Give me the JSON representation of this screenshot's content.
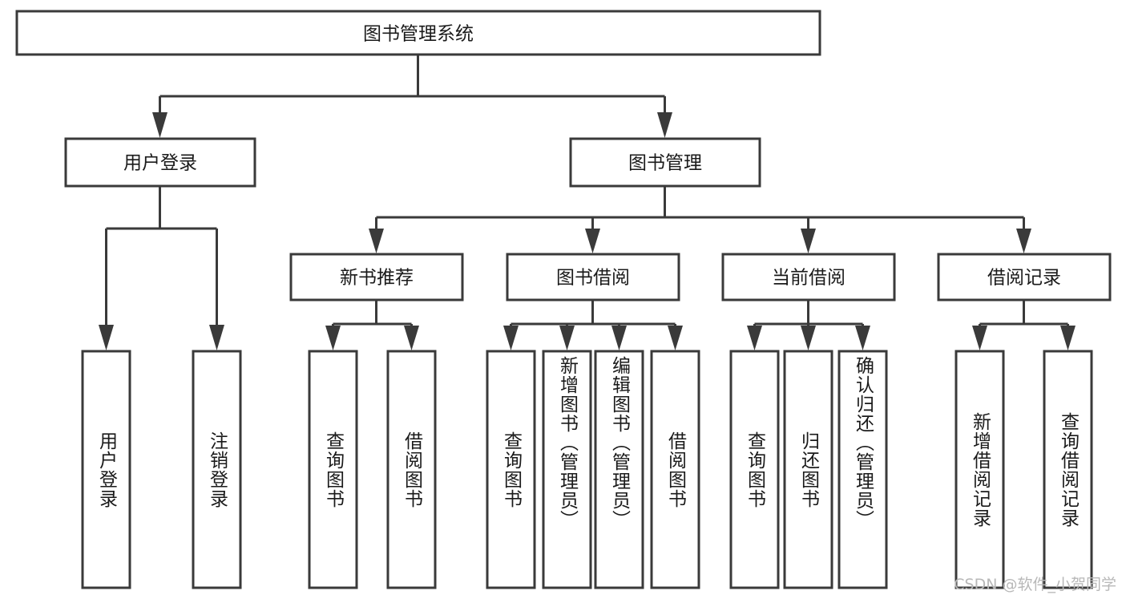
{
  "diagram": {
    "type": "tree-hierarchy-flowchart",
    "title_node": "图书管理系统",
    "watermark": "CSDN @软件_小贺同学",
    "colors": {
      "background": "#ffffff",
      "stroke": "#3a3a3a",
      "box_fill": "#ffffff",
      "text": "#1a1a1a",
      "watermark": "#b8b8b8"
    },
    "levels": {
      "level1_label": "图书管理系统",
      "level2": [
        {
          "id": "user-login",
          "label": "用户登录"
        },
        {
          "id": "book-management",
          "label": "图书管理"
        }
      ],
      "level3": [
        {
          "id": "new-book-recommend",
          "label": "新书推荐",
          "parent": "book-management"
        },
        {
          "id": "book-borrow",
          "label": "图书借阅",
          "parent": "book-management"
        },
        {
          "id": "current-borrow",
          "label": "当前借阅",
          "parent": "book-management"
        },
        {
          "id": "borrow-record",
          "label": "借阅记录",
          "parent": "book-management"
        }
      ],
      "leaves": {
        "user-login": [
          {
            "id": "leaf-user-login",
            "label": "用户登录"
          },
          {
            "id": "leaf-logout-login",
            "label": "注销登录"
          }
        ],
        "new-book-recommend": [
          {
            "id": "leaf-query-book-1",
            "label": "查询图书"
          },
          {
            "id": "leaf-borrow-book-1",
            "label": "借阅图书"
          }
        ],
        "book-borrow": [
          {
            "id": "leaf-query-book-2",
            "label": "查询图书"
          },
          {
            "id": "leaf-add-book",
            "label": "新增图书（管理员）"
          },
          {
            "id": "leaf-edit-book",
            "label": "编辑图书（管理员）"
          },
          {
            "id": "leaf-borrow-book-2",
            "label": "借阅图书"
          }
        ],
        "current-borrow": [
          {
            "id": "leaf-query-book-3",
            "label": "查询图书"
          },
          {
            "id": "leaf-return-book",
            "label": "归还图书"
          },
          {
            "id": "leaf-confirm-return",
            "label": "确认归还（管理员）"
          }
        ],
        "borrow-record": [
          {
            "id": "leaf-add-borrow-record",
            "label": "新增借阅记录"
          },
          {
            "id": "leaf-query-borrow-record",
            "label": "查询借阅记录"
          }
        ]
      }
    }
  }
}
